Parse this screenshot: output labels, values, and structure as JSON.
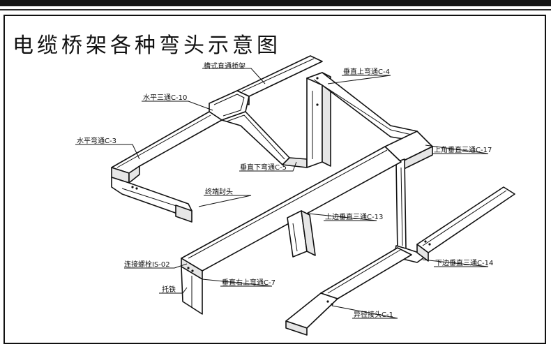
{
  "title": "电缆桥架各种弯头示意图",
  "labels": {
    "trough_straight": "槽式直通桥架",
    "vertical_up_bend": "垂直上弯通C-4",
    "horizontal_tee": "水平三通C-10",
    "horizontal_bend": "水平弯通C-3",
    "vertical_down_bend": "垂直下弯通C-5",
    "upper_corner_vertical_tee": "上角垂直三通C-17",
    "end_cap": "终端封头",
    "upper_vertical_tee": "上边垂直三通C-13",
    "connecting_bolt": "连接螺栓IS-02",
    "vertical_right_up_bend": "垂直右上弯通C-7",
    "bracket": "托铁",
    "lower_vertical_tee": "下边垂直三通C-14",
    "reducer": "异径接头C-1"
  },
  "colors": {
    "line": "#111111",
    "fill": "#ffffff",
    "shade": "#e6e6e6"
  }
}
